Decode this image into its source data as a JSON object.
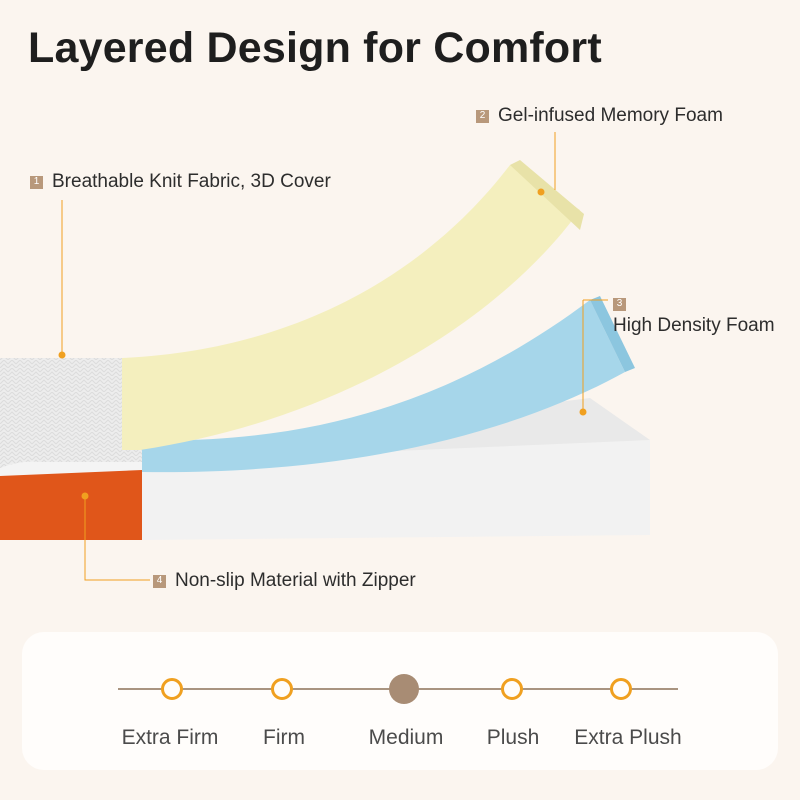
{
  "title": "Layered Design for Comfort",
  "callouts": [
    {
      "num": "1",
      "text": "Breathable Knit Fabric, 3D Cover"
    },
    {
      "num": "2",
      "text": "Gel-infused Memory Foam"
    },
    {
      "num": "3",
      "text": "High Density Foam"
    },
    {
      "num": "4",
      "text": "Non-slip Material with Zipper"
    }
  ],
  "firmness": {
    "levels": [
      "Extra Firm",
      "Firm",
      "Medium",
      "Plush",
      "Extra Plush"
    ],
    "selected": "Medium"
  },
  "colors": {
    "accent_orange": "#f0a020",
    "cover_orange": "#e0561a",
    "gel_foam": "#f5f0c0",
    "blue_foam": "#a8d8ec",
    "base_foam": "#f4f4f4",
    "marker": "#a88c74"
  }
}
